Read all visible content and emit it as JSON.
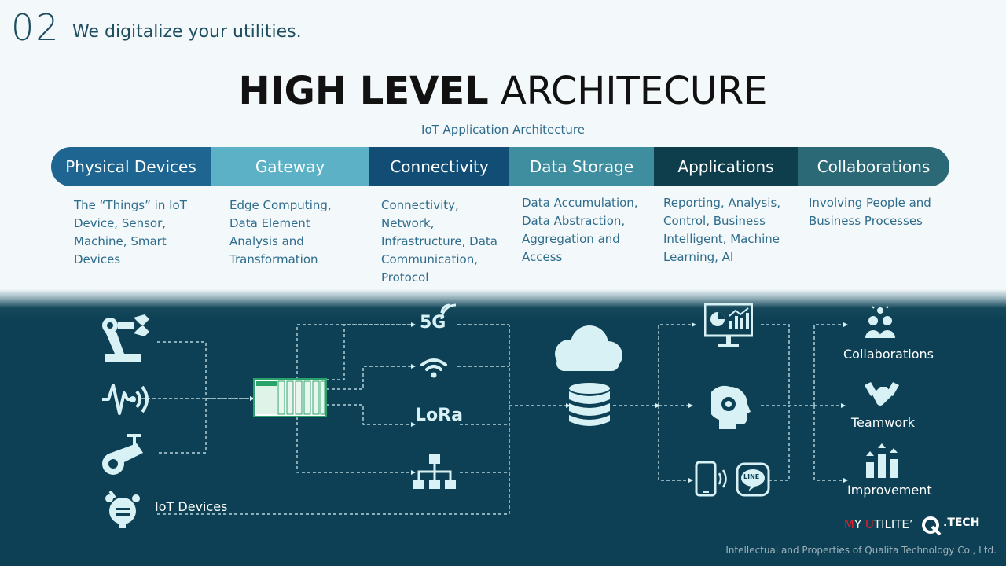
{
  "header": {
    "number": "02",
    "tagline": "We digitalize your utilities."
  },
  "title": {
    "bold": "HIGH LEVEL",
    "light": "ARCHITECURE"
  },
  "subtitle": "IoT Application Architecture",
  "layers": [
    {
      "label": "Physical Devices",
      "color": "#1f6591",
      "desc": [
        "The “Things” in IoT",
        "Device, Sensor,",
        "Machine, Smart",
        "Devices"
      ]
    },
    {
      "label": "Gateway",
      "color": "#5cb1c6",
      "desc": [
        "Edge Computing,",
        "Data Element",
        "Analysis and",
        "Transformation"
      ]
    },
    {
      "label": "Connectivity",
      "color": "#124d75",
      "desc": [
        "Connectivity,",
        "Network,",
        "Infrastructure, Data",
        "Communication,",
        "Protocol"
      ]
    },
    {
      "label": "Data Storage",
      "color": "#3e8e9f",
      "desc": [
        "Data Accumulation,",
        "Data Abstraction,",
        "Aggregation and",
        "Access"
      ]
    },
    {
      "label": "Applications",
      "color": "#0e3d4c",
      "desc": [
        "Reporting, Analysis,",
        "Control, Business",
        "Intelligent, Machine",
        "Learning, AI"
      ]
    },
    {
      "label": "Collaborations",
      "color": "#2c6976",
      "desc": [
        "Involving People and",
        "Business Processes"
      ]
    }
  ],
  "diagram": {
    "iot_label": "IoT Devices",
    "fiveg_label": "5G",
    "lora_label": "LoRa",
    "line_label": "LINE",
    "outcomes": [
      "Collaborations",
      "Teamwork",
      "Improvement"
    ]
  },
  "brand": {
    "my": "M",
    "y": "Y ",
    "u": "U",
    "tilite": "TILITE’",
    "qtech": ".TECH"
  },
  "footer": "Intellectual and Properties of Qualita Technology Co., Ltd.",
  "colors": {
    "dark_bg": "#0d4054",
    "icon": "#d8f1f5",
    "accent_red": "#e0212a"
  }
}
